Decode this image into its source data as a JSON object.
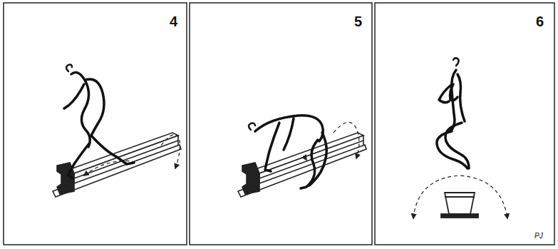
{
  "diagram": {
    "labels": [
      "4",
      "5",
      "6",
      "PJ"
    ]
  }
}
